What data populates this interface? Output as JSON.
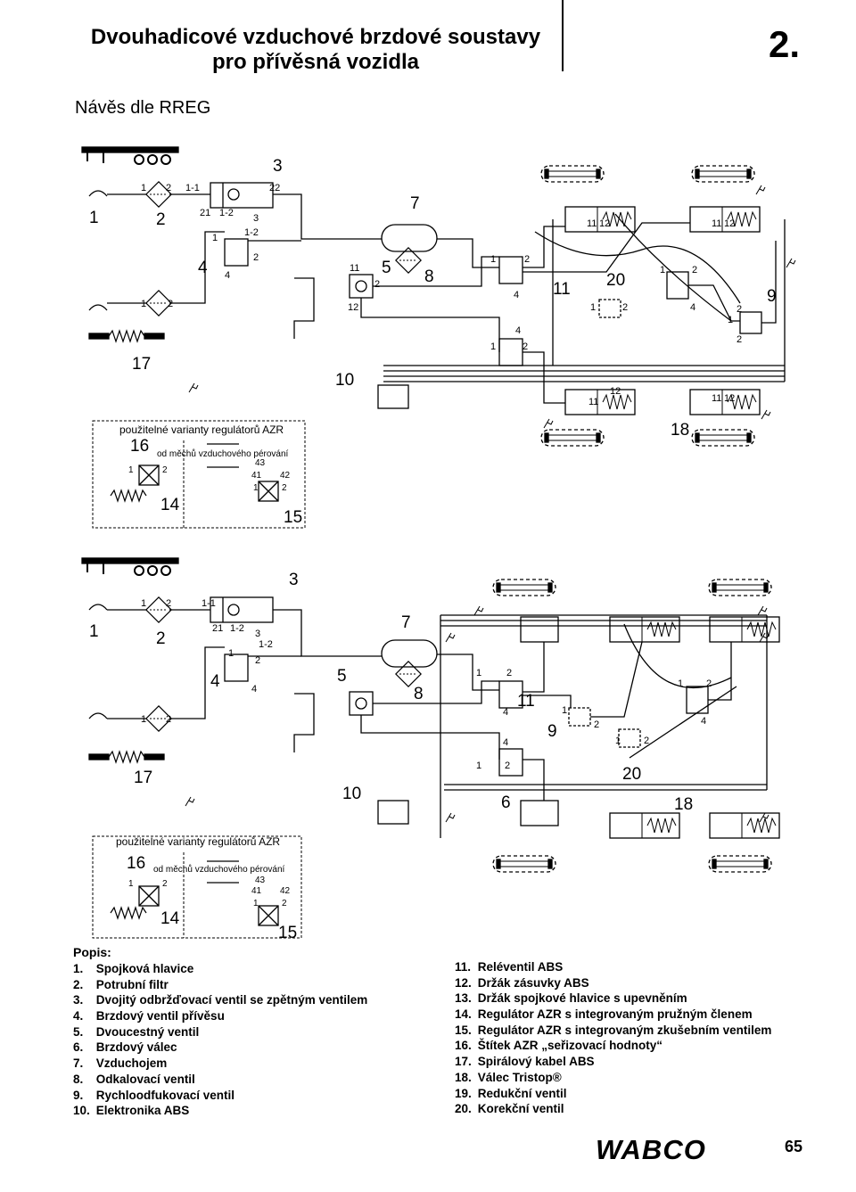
{
  "header": {
    "title_line1": "Dvouhadicové vzduchové brzdové soustavy",
    "title_line2": "pro přívěsná vozidla",
    "chapter": "2.",
    "subtitle": "Návěs dle RREG"
  },
  "diagram_top": {
    "refs": [
      "1",
      "2",
      "3",
      "4",
      "5",
      "7",
      "8",
      "9",
      "10",
      "11",
      "17",
      "18",
      "20"
    ],
    "port_labels": [
      "1",
      "2",
      "1-1",
      "21",
      "1-2",
      "22",
      "3",
      "4",
      "11",
      "12",
      "1 2",
      "11 12"
    ],
    "inset_caption": "použitelné varianty regulátorů AZR",
    "inset_refs": [
      "16",
      "14",
      "15"
    ],
    "inset_note": "od měchů vzduchového pérování",
    "inset_ports": [
      "43",
      "41",
      "42",
      "1",
      "2"
    ]
  },
  "diagram_bottom": {
    "refs": [
      "1",
      "2",
      "3",
      "4",
      "5",
      "6",
      "7",
      "8",
      "9",
      "10",
      "11",
      "17",
      "18",
      "20"
    ],
    "inset_caption": "použitelné varianty regulátorů AZR",
    "inset_refs": [
      "16",
      "14",
      "15"
    ],
    "inset_note": "od měchů vzduchového pérování",
    "inset_ports": [
      "43",
      "41",
      "42",
      "1",
      "2"
    ]
  },
  "legend": {
    "heading": "Popis:",
    "left": [
      {
        "num": "1.",
        "text": "Spojková hlavice"
      },
      {
        "num": "2.",
        "text": "Potrubní filtr"
      },
      {
        "num": "3.",
        "text": "Dvojitý odbržďovací ventil se zpětným ventilem"
      },
      {
        "num": "4.",
        "text": "Brzdový ventil přívěsu"
      },
      {
        "num": "5.",
        "text": "Dvoucestný ventil"
      },
      {
        "num": "6.",
        "text": "Brzdový válec"
      },
      {
        "num": "7.",
        "text": "Vzduchojem"
      },
      {
        "num": "8.",
        "text": "Odkalovací ventil"
      },
      {
        "num": "9.",
        "text": "Rychloodfukovací ventil"
      },
      {
        "num": "10.",
        "text": "Elektronika ABS"
      }
    ],
    "right": [
      {
        "num": "11.",
        "text": "Reléventil ABS"
      },
      {
        "num": "12.",
        "text": "Držák zásuvky ABS"
      },
      {
        "num": "13.",
        "text": "Držák spojkové hlavice s upevněním"
      },
      {
        "num": "14.",
        "text": "Regulátor AZR s integrovaným pružným členem"
      },
      {
        "num": "15.",
        "text": "Regulátor AZR s integrovaným zkušebním ventilem"
      },
      {
        "num": "16.",
        "text": "Štítek AZR „seřizovací hodnoty“"
      },
      {
        "num": "17.",
        "text": "Spirálový kabel ABS"
      },
      {
        "num": "18.",
        "text": "Válec Tristop®"
      },
      {
        "num": "19.",
        "text": "Redukční ventil"
      },
      {
        "num": "20.",
        "text": "Korekční ventil"
      }
    ]
  },
  "footer": {
    "brand": "WABCO",
    "page": "65"
  }
}
